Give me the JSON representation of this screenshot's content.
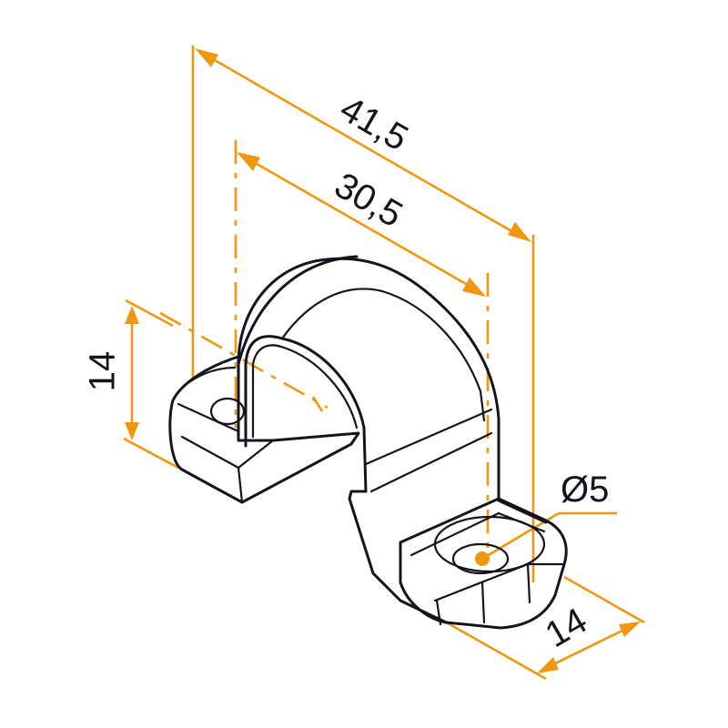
{
  "drawing": {
    "type": "isometric technical drawing",
    "subject": "pipe clamp / saddle bracket with two mounting tabs",
    "colors": {
      "part_outline": "#14141e",
      "dimension": "#f0960f",
      "background": "#ffffff"
    },
    "dimensions": {
      "overall_length": "41,5",
      "hole_spacing": "30,5",
      "tab_height": "14",
      "hole_diameter": "Ø5",
      "tab_width": "14"
    }
  }
}
